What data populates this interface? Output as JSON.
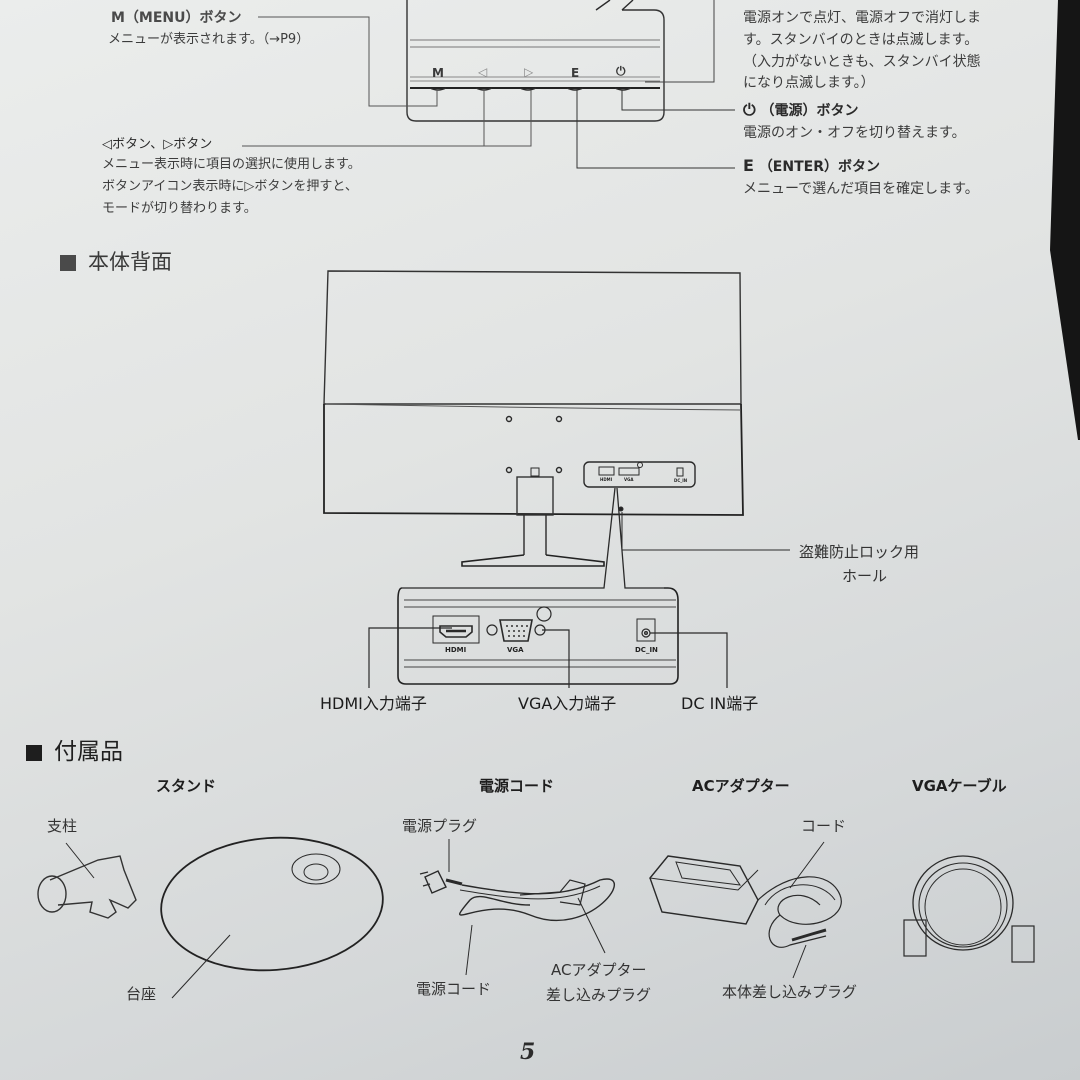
{
  "page": {
    "number": "5",
    "paper_color": "#e5e7e6",
    "ink_color": "#2b2b2b"
  },
  "control_panel": {
    "buttons": [
      {
        "glyph": "M",
        "name": "menu"
      },
      {
        "glyph": "◁",
        "name": "left"
      },
      {
        "glyph": "▷",
        "name": "right"
      },
      {
        "glyph": "E",
        "name": "enter"
      },
      {
        "glyph": "⏻",
        "name": "power"
      }
    ],
    "menu_button": {
      "title": "M（MENU）ボタン",
      "desc": "メニューが表示されます。（→P9）"
    },
    "arrow_buttons": {
      "title": "◁ボタン、▷ボタン",
      "lines": [
        "メニュー表示時に項目の選択に使用します。",
        "ボタンアイコン表示時に▷ボタンを押すと、",
        "モードが切り替わります。"
      ]
    },
    "power_lamp": {
      "lines": [
        "電源オンで点灯、電源オフで消灯しま",
        "す。スタンバイのときは点滅します。",
        "（入力がないときも、スタンバイ状態",
        "になり点滅します。）"
      ]
    },
    "power_button": {
      "icon": "⏻",
      "title": "（電源）ボタン",
      "desc": "電源のオン・オフを切り替えます。"
    },
    "enter_button": {
      "icon": "E",
      "title": "（ENTER）ボタン",
      "desc": "メニューで選んだ項目を確定します。"
    }
  },
  "rear_section": {
    "heading": "本体背面",
    "lock_hole_label": [
      "盗難防止ロック用",
      "ホール"
    ],
    "ports": [
      {
        "id": "hdmi",
        "panel_label": "HDMI",
        "callout": "HDMI入力端子"
      },
      {
        "id": "vga",
        "panel_label": "VGA",
        "callout": "VGA入力端子"
      },
      {
        "id": "dc",
        "panel_label": "DC_IN",
        "callout": "DC IN端子"
      }
    ]
  },
  "accessories": {
    "heading": "付属品",
    "items": [
      {
        "title": "スタンド",
        "parts": [
          "支柱",
          "台座"
        ]
      },
      {
        "title": "電源コード",
        "parts": [
          "電源プラグ",
          "電源コード",
          "ACアダプター",
          "差し込みプラグ"
        ]
      },
      {
        "title": "ACアダプター",
        "parts": [
          "コード",
          "本体差し込みプラグ"
        ]
      },
      {
        "title": "VGAケーブル",
        "parts": []
      }
    ]
  }
}
